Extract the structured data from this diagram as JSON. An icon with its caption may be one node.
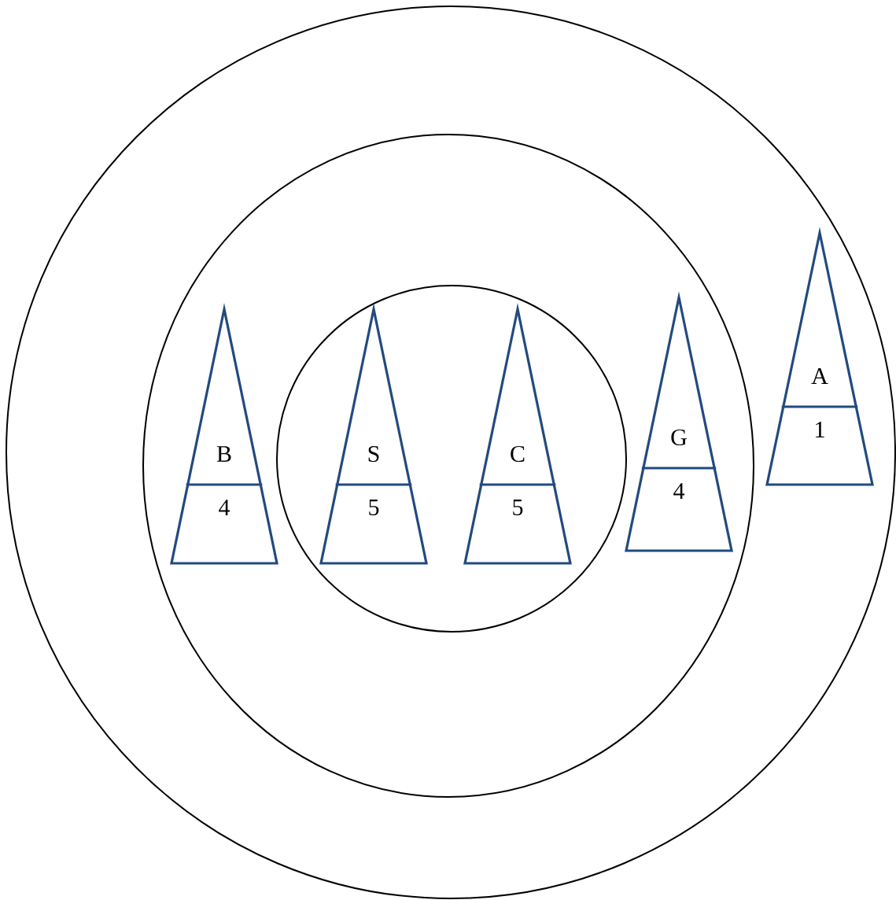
{
  "diagram": {
    "nodes": [
      {
        "text": [],
        "shape": "circle"
      },
      {
        "text": [],
        "shape": "circle",
        "in": 0
      },
      {
        "text": [],
        "shape": "circle",
        "in": 1
      },
      {
        "text": [
          "B",
          "4"
        ],
        "in": 1
      },
      {
        "text": [
          "S",
          "5"
        ],
        "in": 2
      },
      {
        "text": [
          "C",
          "5"
        ],
        "in": 2
      },
      {
        "text": [
          "G",
          "4"
        ],
        "in": 1
      },
      {
        "text": [
          "A",
          "1"
        ],
        "in": 0
      }
    ]
  }
}
